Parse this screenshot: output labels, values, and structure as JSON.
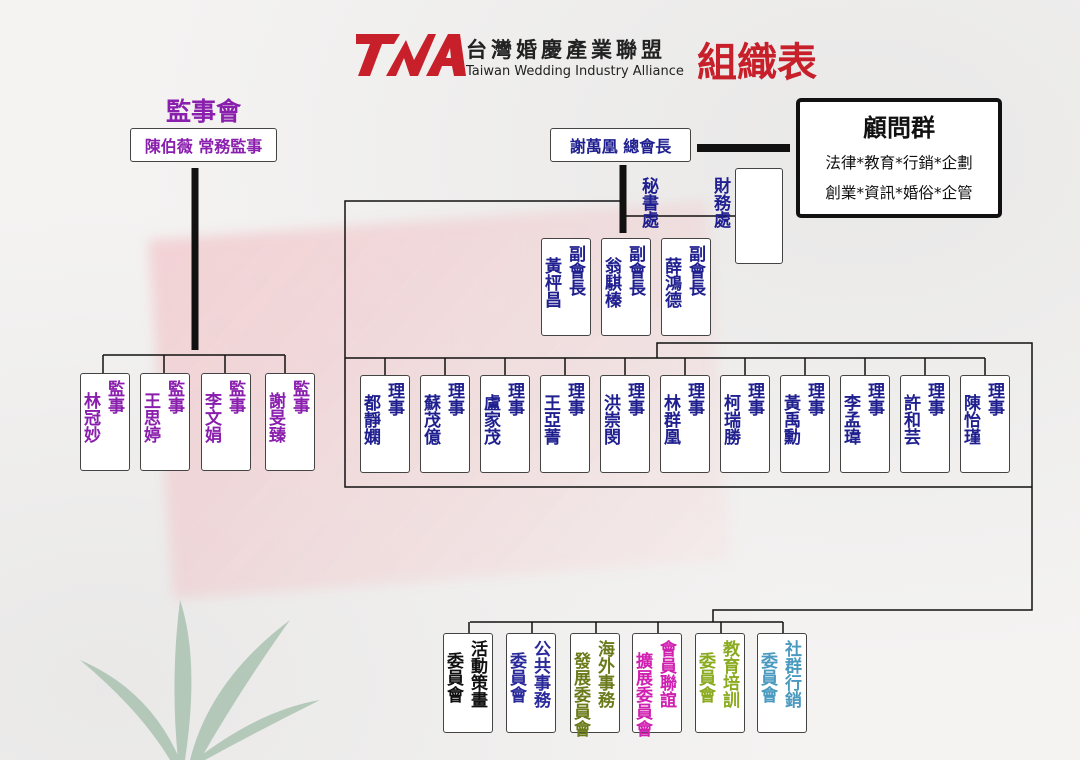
{
  "header": {
    "logo_text": "TWA",
    "org_name_zh": "台灣婚慶產業聯盟",
    "org_name_en": "Taiwan Wedding Industry Alliance",
    "title": "組織表"
  },
  "colors": {
    "title": "#c8202a",
    "directors": "#1f1f8f",
    "supervisors": "#8a1fae"
  },
  "supervisory_board": {
    "title": "監事會",
    "chief": "陳伯薇 常務監事",
    "members": [
      {
        "role": "監事",
        "name": "林冠妙"
      },
      {
        "role": "監事",
        "name": "王思婷"
      },
      {
        "role": "監事",
        "name": "李文娟"
      },
      {
        "role": "監事",
        "name": "謝旻臻"
      }
    ]
  },
  "president": "謝萬凰 總會長",
  "advisors": {
    "title": "顧問群",
    "line1": "法律*教育*行銷*企劃",
    "line2": "創業*資訊*婚俗*企管"
  },
  "offices": {
    "col1": "財務處",
    "col2": "秘書處"
  },
  "vice_presidents": [
    {
      "role": "副會長",
      "name": "黃枰昌"
    },
    {
      "role": "副會長",
      "name": "翁騏榛"
    },
    {
      "role": "副會長",
      "name": "薛鴻德"
    }
  ],
  "directors": [
    {
      "role": "理事",
      "name": "都靜嫻"
    },
    {
      "role": "理事",
      "name": "蘇茂億"
    },
    {
      "role": "理事",
      "name": "盧家茂"
    },
    {
      "role": "理事",
      "name": "王亞菁"
    },
    {
      "role": "理事",
      "name": "洪崇閔"
    },
    {
      "role": "理事",
      "name": "林群凰"
    },
    {
      "role": "理事",
      "name": "柯瑞勝"
    },
    {
      "role": "理事",
      "name": "黃禹勳"
    },
    {
      "role": "理事",
      "name": "李孟瑋"
    },
    {
      "role": "理事",
      "name": "許和芸"
    },
    {
      "role": "理事",
      "name": "陳怡瑾"
    }
  ],
  "committees": [
    {
      "col1": "活動策畫",
      "col2": "委員會",
      "color": "#111111"
    },
    {
      "col1": "公共事務",
      "col2": "委員會",
      "color": "#2a2a9a"
    },
    {
      "col1": "海外事務",
      "col2": "發展委員會",
      "color": "#6b7a1a"
    },
    {
      "col1": "會員聯誼",
      "col2": "擴展委員會",
      "color": "#d020b0"
    },
    {
      "col1": "教育培訓",
      "col2": "委員會",
      "color": "#8aaa20"
    },
    {
      "col1": "社群行銷",
      "col2": "委員會",
      "color": "#4a9ac0"
    }
  ]
}
